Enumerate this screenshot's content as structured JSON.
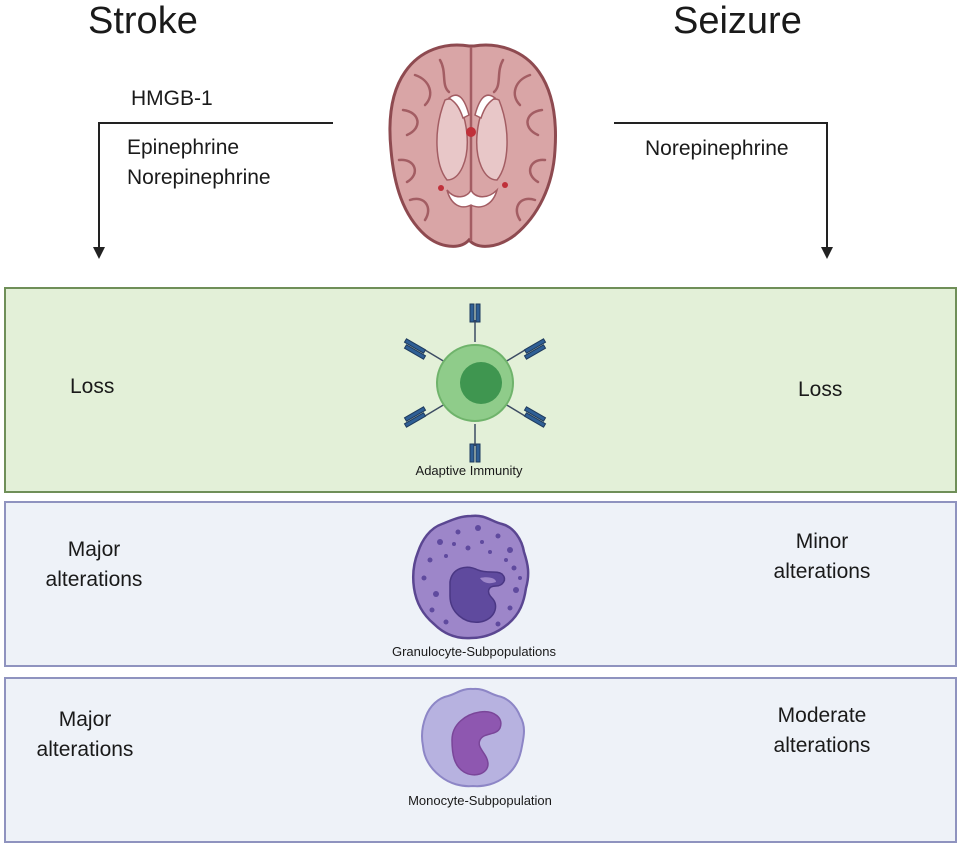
{
  "header": {
    "stroke_title": "Stroke",
    "seizure_title": "Seizure"
  },
  "stroke_pathway": {
    "mediators": [
      "HMGB-1",
      "Epinephrine",
      "Norepinephrine"
    ]
  },
  "seizure_pathway": {
    "mediators": [
      "Norepinephrine"
    ]
  },
  "rows": [
    {
      "caption": "Adaptive Immunity",
      "stroke_effect": "Loss",
      "seizure_effect": "Loss",
      "color": "#e3f0d8"
    },
    {
      "caption": "Granulocyte-Subpopulations",
      "stroke_effect": [
        "Major",
        "alterations"
      ],
      "seizure_effect": [
        "Minor",
        "alterations"
      ],
      "color": "#eef2f8"
    },
    {
      "caption": "Monocyte-Subpopulation",
      "stroke_effect": [
        "Major",
        "alterations"
      ],
      "seizure_effect": [
        "Moderate",
        "alterations"
      ],
      "color": "#eef2f8"
    }
  ],
  "icons": {
    "brain": "brain-icon",
    "lymphocyte": "lymphocyte-icon",
    "granulocyte": "granulocyte-icon",
    "monocyte": "monocyte-icon"
  }
}
